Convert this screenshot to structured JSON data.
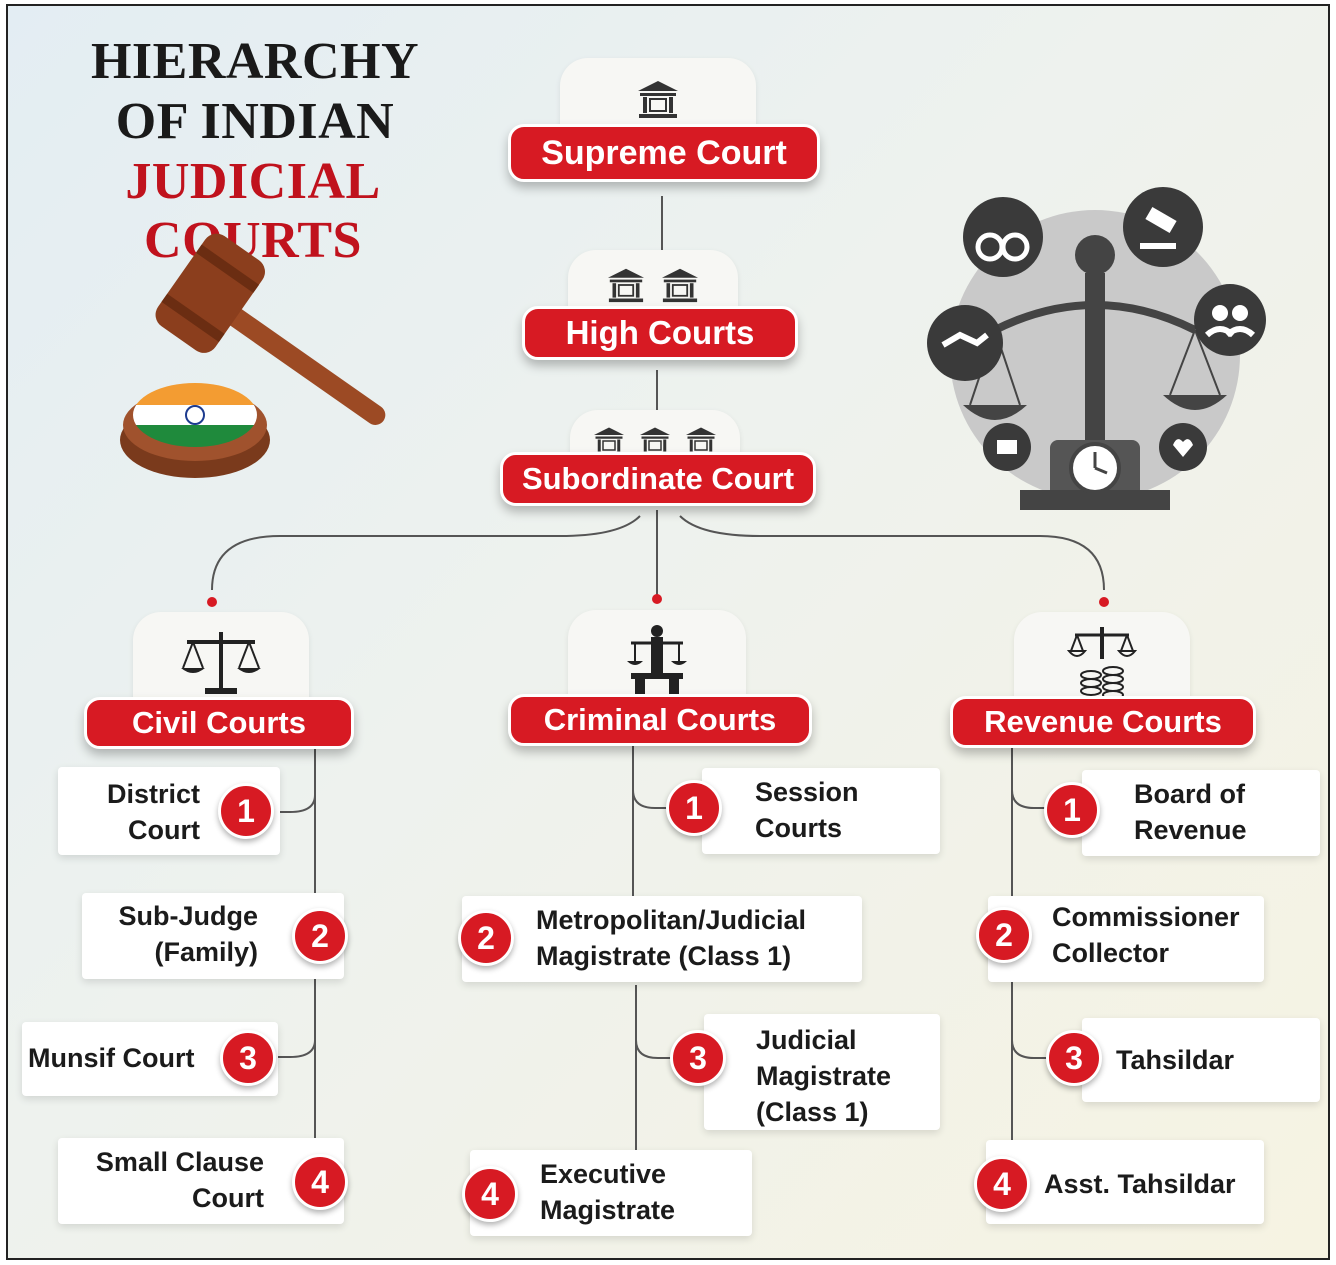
{
  "title": {
    "line1": "HIERARCHY",
    "line2": "OF INDIAN",
    "line3": "JUDICIAL COURTS"
  },
  "levels": {
    "supreme": "Supreme Court",
    "high": "High Courts",
    "subordinate": "Subordinate Court"
  },
  "branches": {
    "civil": {
      "label": "Civil Courts",
      "items": [
        {
          "num": "1",
          "line1": "District",
          "line2": "Court"
        },
        {
          "num": "2",
          "line1": "Sub-Judge",
          "line2": "(Family)"
        },
        {
          "num": "3",
          "line1": "Munsif Court",
          "line2": ""
        },
        {
          "num": "4",
          "line1": "Small Clause",
          "line2": "Court"
        }
      ]
    },
    "criminal": {
      "label": "Criminal Courts",
      "items": [
        {
          "num": "1",
          "line1": "Session",
          "line2": "Courts",
          "line3": ""
        },
        {
          "num": "2",
          "line1": "Metropolitan/Judicial",
          "line2": "Magistrate (Class 1)",
          "line3": ""
        },
        {
          "num": "3",
          "line1": "Judicial",
          "line2": "Magistrate",
          "line3": "(Class 1)"
        },
        {
          "num": "4",
          "line1": "Executive",
          "line2": "Magistrate",
          "line3": ""
        }
      ]
    },
    "revenue": {
      "label": "Revenue Courts",
      "items": [
        {
          "num": "1",
          "line1": "Board of",
          "line2": "Revenue"
        },
        {
          "num": "2",
          "line1": "Commissioner",
          "line2": "Collector"
        },
        {
          "num": "3",
          "line1": "Tahsildar",
          "line2": ""
        },
        {
          "num": "4",
          "line1": "Asst. Tahsildar",
          "line2": ""
        }
      ]
    }
  },
  "colors": {
    "accent_red": "#d71a23",
    "title_red": "#c0121d",
    "line_gray": "#555555"
  },
  "icons": [
    "court-building-icon",
    "gavel-icon",
    "indian-flag-icon",
    "scales-of-justice-icon",
    "handcuffs-icon",
    "handshake-icon",
    "people-icon",
    "heart-icon",
    "clock-icon",
    "coins-icon"
  ]
}
